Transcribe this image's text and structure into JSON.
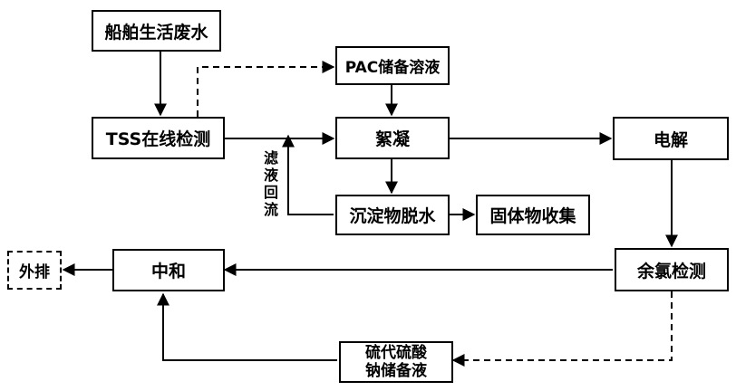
{
  "nodes": {
    "wastewater": "船舶生活废水",
    "tss": "TSS在线检测",
    "pac": "PAC储备溶液",
    "coagulation": "絮凝",
    "electrolysis": "电解",
    "sediment": "沉淀物脱水",
    "solids": "固体物收集",
    "chlorine": "余氯检测",
    "neutralize": "中和",
    "discharge": "外排",
    "thiosulfate_line1": "硫代硫酸",
    "thiosulfate_line2": "钠储备液"
  },
  "edge_labels": {
    "filtrate_return": "滤液回流"
  }
}
